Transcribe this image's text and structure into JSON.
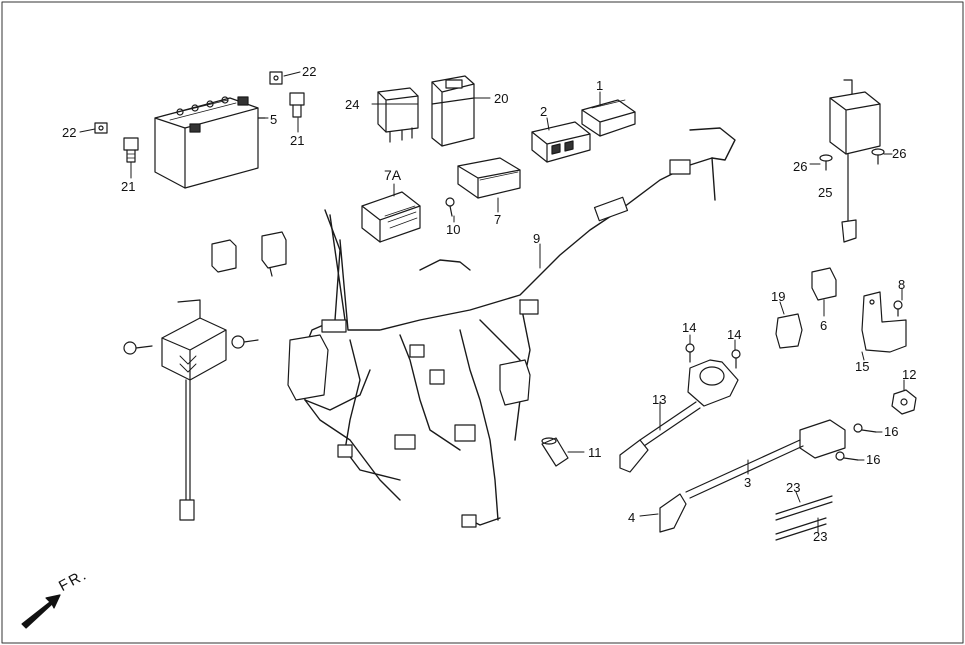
{
  "diagram": {
    "front_indicator": "FR.",
    "callouts": [
      {
        "id": "c1",
        "text": "1"
      },
      {
        "id": "c2",
        "text": "2"
      },
      {
        "id": "c3",
        "text": "3"
      },
      {
        "id": "c4",
        "text": "4"
      },
      {
        "id": "c5",
        "text": "5"
      },
      {
        "id": "c6",
        "text": "6"
      },
      {
        "id": "c7",
        "text": "7"
      },
      {
        "id": "c7a",
        "text": "7A"
      },
      {
        "id": "c8",
        "text": "8"
      },
      {
        "id": "c9",
        "text": "9"
      },
      {
        "id": "c10",
        "text": "10"
      },
      {
        "id": "c11",
        "text": "11"
      },
      {
        "id": "c12",
        "text": "12"
      },
      {
        "id": "c13",
        "text": "13"
      },
      {
        "id": "c14a",
        "text": "14"
      },
      {
        "id": "c14b",
        "text": "14"
      },
      {
        "id": "c15",
        "text": "15"
      },
      {
        "id": "c16a",
        "text": "16"
      },
      {
        "id": "c16b",
        "text": "16"
      },
      {
        "id": "c19",
        "text": "19"
      },
      {
        "id": "c20",
        "text": "20"
      },
      {
        "id": "c21a",
        "text": "21"
      },
      {
        "id": "c21b",
        "text": "21"
      },
      {
        "id": "c22a",
        "text": "22"
      },
      {
        "id": "c22b",
        "text": "22"
      },
      {
        "id": "c23a",
        "text": "23"
      },
      {
        "id": "c23b",
        "text": "23"
      },
      {
        "id": "c24",
        "text": "24"
      },
      {
        "id": "c25",
        "text": "25"
      },
      {
        "id": "c26a",
        "text": "26"
      },
      {
        "id": "c26b",
        "text": "26"
      }
    ]
  }
}
